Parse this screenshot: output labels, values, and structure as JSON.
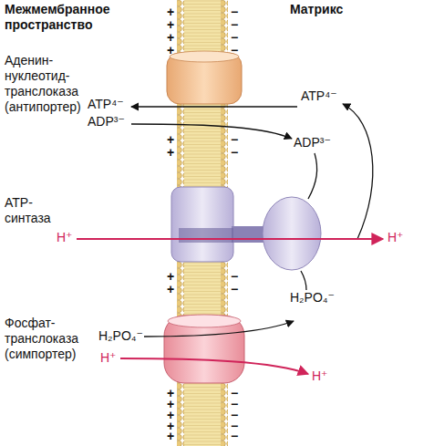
{
  "diagram": {
    "labels": [
      "Межмембранное пространство",
      "Матрикс",
      "Аденин- нуклеотид- транслоказа (антипортер)",
      "ATP⁴⁻",
      "ADP³⁻",
      "ATP⁴⁻",
      "ADP³⁻",
      "ATP- синтаза",
      "H⁺",
      "H⁺",
      "H₂PO₄⁻",
      "Фосфат- транслоказа (симпортер)",
      "H₂PO₄⁻",
      "H⁺",
      "H⁺",
      "+",
      "+",
      "+",
      "+",
      "+",
      "+",
      "+",
      "+",
      "+",
      "+",
      "+",
      "+",
      "+",
      "−",
      "−",
      "−",
      "−",
      "−",
      "−",
      "−",
      "−",
      "−",
      "−",
      "−",
      "−",
      "−"
    ]
  }
}
